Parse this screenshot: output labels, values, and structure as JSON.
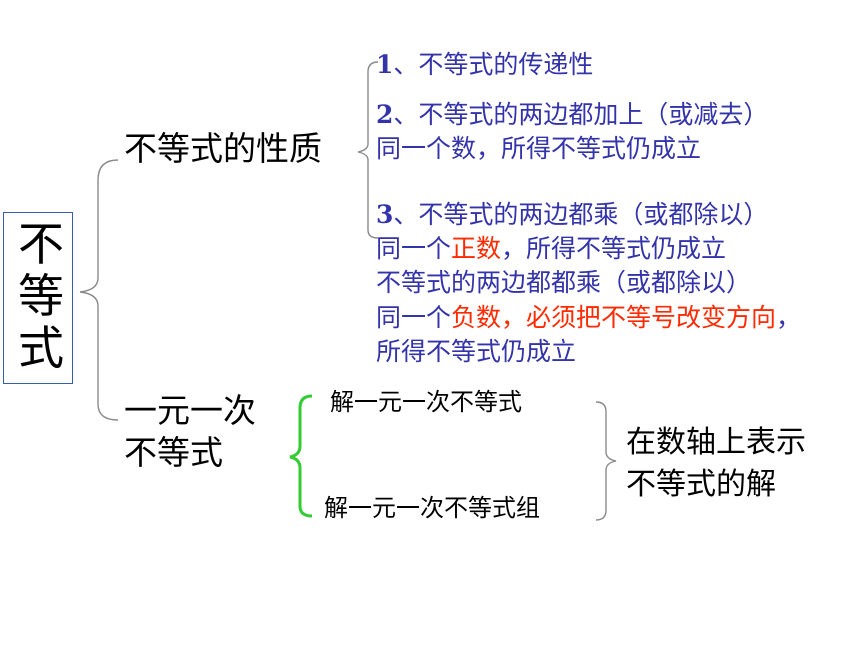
{
  "root": {
    "chars": [
      "不",
      "等",
      "式"
    ]
  },
  "branch1": {
    "title": "不等式的性质",
    "p1": {
      "num": "1",
      "text": "、不等式的传递性"
    },
    "p2": {
      "num": "2",
      "line1": "、不等式的两边都加上（或减去）",
      "line2": "同一个数，所得不等式仍成立"
    },
    "p3": {
      "num": "3",
      "line1": "、不等式的两边都乘（或都除以）",
      "line2_a": "同一个",
      "line2_b": "正数",
      "line2_c": "，所得不等式仍成立",
      "line3": "不等式的两边都都乘（或都除以）",
      "line4_a": "同一个",
      "line4_b": "负数，必须把不等号改变方向",
      "line4_c": "，",
      "line5": "所得不等式仍成立"
    }
  },
  "branch2": {
    "title_line1": "一元一次",
    "title_line2": "不等式",
    "item1": "解一元一次不等式",
    "item2": "解一元一次不等式组",
    "result_line1": "在数轴上表示",
    "result_line2": "不等式的解"
  },
  "colors": {
    "blue": "#3333aa",
    "red": "#ff2a00",
    "green": "#33cc33",
    "box": "#3b5bb0"
  }
}
